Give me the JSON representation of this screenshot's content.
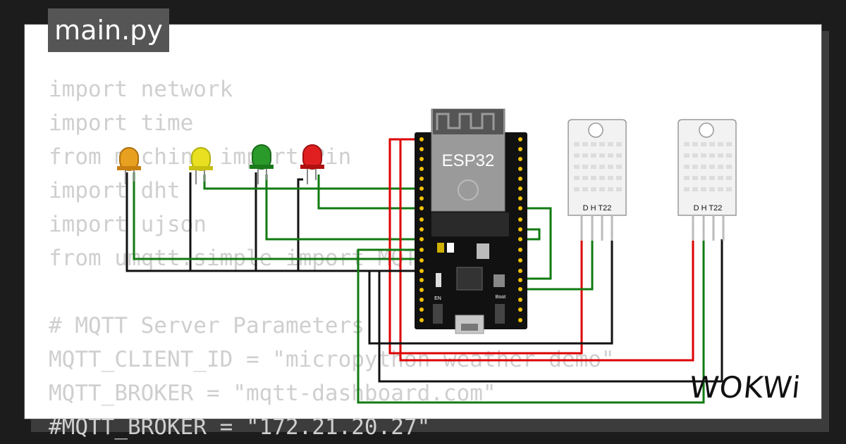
{
  "tab": {
    "filename": "main.py"
  },
  "code_lines": [
    "import network",
    "import time",
    "from machine import Pin",
    "import dht",
    "import ujson",
    "from umqtt.simple import MQTTClient",
    "",
    "# MQTT Server Parameters",
    "MQTT_CLIENT_ID = \"micropython-weather-demo\"",
    "MQTT_BROKER = \"mqtt-dashboard.com\"",
    "#MQTT_BROKER = \"172.21.20.27\""
  ],
  "board": {
    "label": "ESP32",
    "boot_label": "Boot",
    "en_label": "EN"
  },
  "sensors": [
    {
      "label": "D H T22"
    },
    {
      "label": "D H T22"
    }
  ],
  "leds": [
    {
      "color": "orange"
    },
    {
      "color": "yellow"
    },
    {
      "color": "green"
    },
    {
      "color": "red"
    }
  ],
  "colors": {
    "wire_black": "#111111",
    "wire_green": "#117a11",
    "wire_red": "#dd0000",
    "led_orange": "#e8a020",
    "led_yellow": "#e8e020",
    "led_green": "#2a9a2a",
    "led_red": "#e02020"
  },
  "brand": {
    "logo": "WOKWi"
  }
}
